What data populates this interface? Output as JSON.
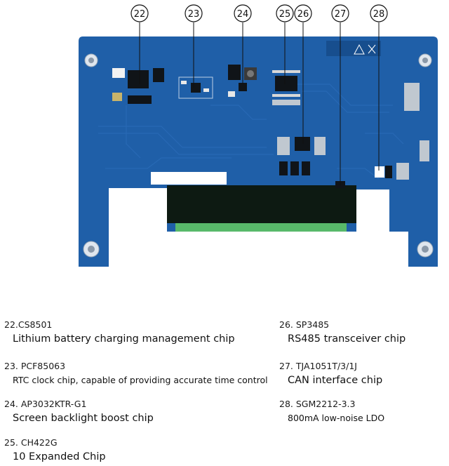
{
  "callouts": [
    {
      "num": "22"
    },
    {
      "num": "23"
    },
    {
      "num": "24"
    },
    {
      "num": "25"
    },
    {
      "num": "26"
    },
    {
      "num": "27"
    },
    {
      "num": "28"
    }
  ],
  "legend": {
    "left": [
      {
        "title": "22.CS8501",
        "desc": "Lithium battery charging management chip"
      },
      {
        "title": "23. PCF85063",
        "desc": "RTC clock chip, capable of providing accurate time control"
      },
      {
        "title": "24. AP3032KTR-G1",
        "desc": "Screen backlight boost chip"
      },
      {
        "title": "25. CH422G",
        "desc": "10 Expanded Chip"
      }
    ],
    "right": [
      {
        "title": "26. SP3485",
        "desc": "RS485 transceiver chip"
      },
      {
        "title": "27. TJA1051T/3/1J",
        "desc": "CAN interface chip"
      },
      {
        "title": "28. SGM2212-3.3",
        "desc": "800mA low-noise LDO"
      }
    ]
  },
  "colors": {
    "board": "#1f5fa8",
    "board_dark": "#174e8e",
    "silkscreen": "#ffffff",
    "connector": "#0d1a12",
    "terminal": "#58b96a",
    "chip": "#101418"
  }
}
